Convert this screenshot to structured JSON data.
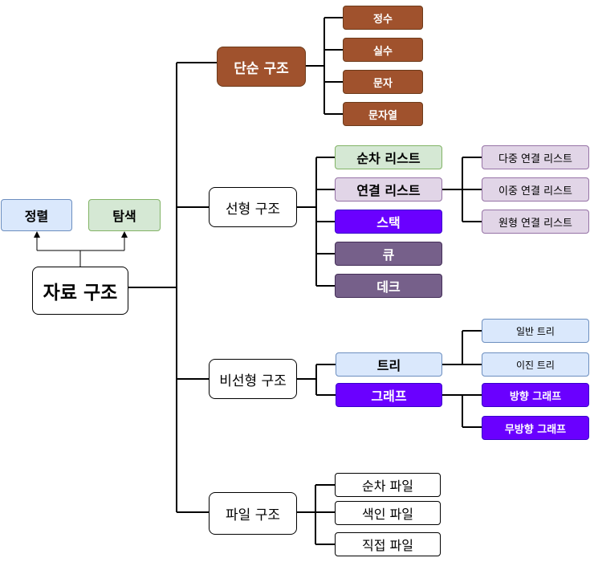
{
  "root": {
    "label": "자료 구조"
  },
  "purposes": {
    "sort": "정렬",
    "search": "탐색"
  },
  "simple": {
    "label": "단순 구조",
    "items": [
      "정수",
      "실수",
      "문자",
      "문자열"
    ]
  },
  "linear": {
    "label": "선형 구조",
    "sequential_list": "순차 리스트",
    "linked_list": "연결 리스트",
    "linked_types": [
      "다중 연결 리스트",
      "이중 연결 리스트",
      "원형 연결 리스트"
    ],
    "stack": "스택",
    "queue": "큐",
    "deque": "데크"
  },
  "nonlinear": {
    "label": "비선형 구조",
    "tree": "트리",
    "tree_types": [
      "일반 트리",
      "이진 트리"
    ],
    "graph": "그래프",
    "graph_types": [
      "방향 그래프",
      "무방향 그래프"
    ]
  },
  "file": {
    "label": "파일 구조",
    "items": [
      "순차 파일",
      "색인 파일",
      "직접 파일"
    ]
  },
  "colors": {
    "brown": "#a0522d",
    "green": "#d5e8d4",
    "blue": "#dae8fc",
    "lavender": "#e1d5e7",
    "violet": "#6a00ff",
    "dark_purple": "#76608a"
  }
}
